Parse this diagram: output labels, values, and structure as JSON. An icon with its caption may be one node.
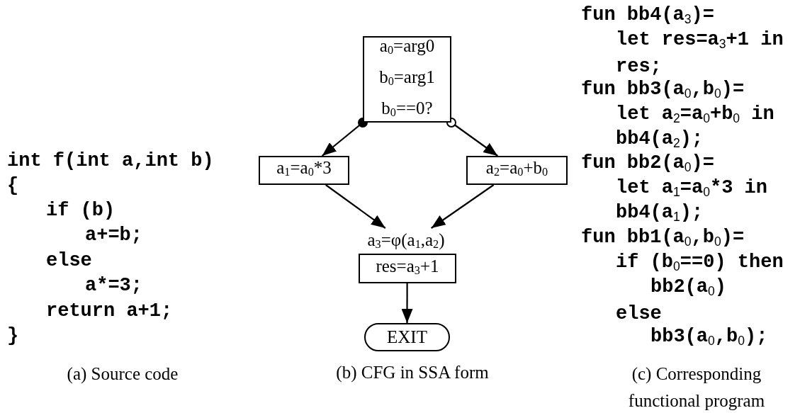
{
  "diagram": {
    "nodes": [
      {
        "text": [
          "a$_{0}$=arg0",
          "b$_{0}$=arg1",
          "b$_{0}$==0?"
        ]
      },
      {
        "text": [
          "a$_{1}$=a$_{0}$*3"
        ]
      },
      {
        "text": [
          "a$_{2}$=a$_{0}$+b$_{0}$"
        ]
      },
      {
        "text": [
          "a$_{3}$=φ(a$_{1}$,a$_{2}$)",
          "res=a$_{3}$+1"
        ]
      },
      {
        "text": [
          "EXIT"
        ]
      }
    ],
    "edges": [
      {
        "from": 0,
        "to": 1,
        "arrow": "to"
      },
      {
        "from": 0,
        "to": 2,
        "arrow": "to"
      },
      {
        "from": 1,
        "to": 3,
        "arrow": "to"
      },
      {
        "from": 2,
        "to": 3,
        "arrow": "to"
      },
      {
        "from": 3,
        "to": 4,
        "arrow": "to"
      }
    ],
    "labels": [
      "int f(int a,int b)",
      "{",
      "if (b)",
      "a+=b;",
      "else",
      "a*=3;",
      "return a+1;",
      "}",
      "fun bb4(a$_{3}$)=",
      "let res=a$_{3}$+1 in",
      "res;",
      "fun bb3(a$_{0}$,b$_{0}$)=",
      "let a$_{2}$=a$_{0}$+b$_{0}$ in",
      "bb4(a$_{2}$);",
      "fun bb2(a$_{0}$)=",
      "let a$_{1}$=a$_{0}$*3 in",
      "bb4(a$_{1}$);",
      "fun bb1(a$_{0}$,b$_{0}$)=",
      "if (b$_{0}$==0) then",
      "bb2(a$_{0}$)",
      "else",
      "bb3(a$_{0}$,b$_{0}$);",
      "(a) Source code",
      "(b) CFG in SSA form",
      "(c) Corresponding functional program"
    ]
  }
}
